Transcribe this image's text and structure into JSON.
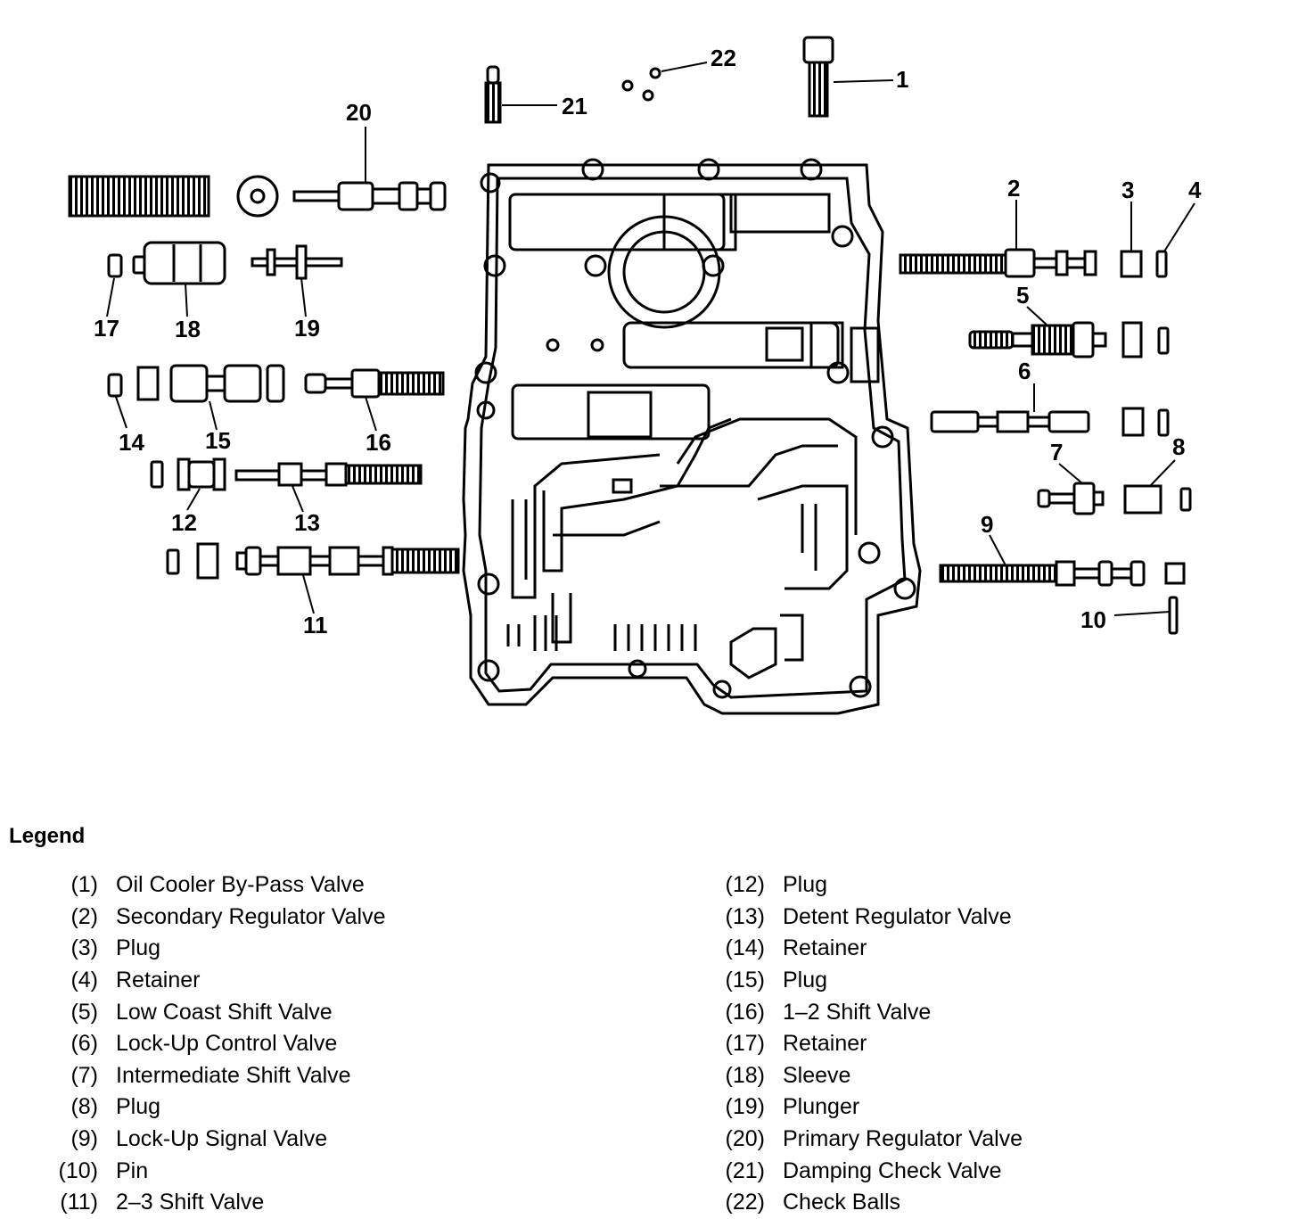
{
  "callouts": [
    "1",
    "2",
    "3",
    "4",
    "5",
    "6",
    "7",
    "8",
    "9",
    "10",
    "11",
    "12",
    "13",
    "14",
    "15",
    "16",
    "17",
    "18",
    "19",
    "20",
    "21",
    "22"
  ],
  "legend": {
    "title": "Legend",
    "items": [
      {
        "num": "(1)",
        "label": "Oil Cooler By-Pass Valve"
      },
      {
        "num": "(2)",
        "label": "Secondary Regulator Valve"
      },
      {
        "num": "(3)",
        "label": "Plug"
      },
      {
        "num": "(4)",
        "label": "Retainer"
      },
      {
        "num": "(5)",
        "label": "Low Coast Shift Valve"
      },
      {
        "num": "(6)",
        "label": "Lock-Up Control Valve"
      },
      {
        "num": "(7)",
        "label": "Intermediate Shift Valve"
      },
      {
        "num": "(8)",
        "label": "Plug"
      },
      {
        "num": "(9)",
        "label": "Lock-Up Signal Valve"
      },
      {
        "num": "(10)",
        "label": "Pin"
      },
      {
        "num": "(11)",
        "label": "2–3 Shift Valve"
      },
      {
        "num": "(12)",
        "label": "Plug"
      },
      {
        "num": "(13)",
        "label": "Detent Regulator Valve"
      },
      {
        "num": "(14)",
        "label": "Retainer"
      },
      {
        "num": "(15)",
        "label": "Plug"
      },
      {
        "num": "(16)",
        "label": "1–2 Shift Valve"
      },
      {
        "num": "(17)",
        "label": "Retainer"
      },
      {
        "num": "(18)",
        "label": "Sleeve"
      },
      {
        "num": "(19)",
        "label": "Plunger"
      },
      {
        "num": "(20)",
        "label": "Primary Regulator Valve"
      },
      {
        "num": "(21)",
        "label": "Damping Check Valve"
      },
      {
        "num": "(22)",
        "label": "Check Balls"
      }
    ]
  }
}
